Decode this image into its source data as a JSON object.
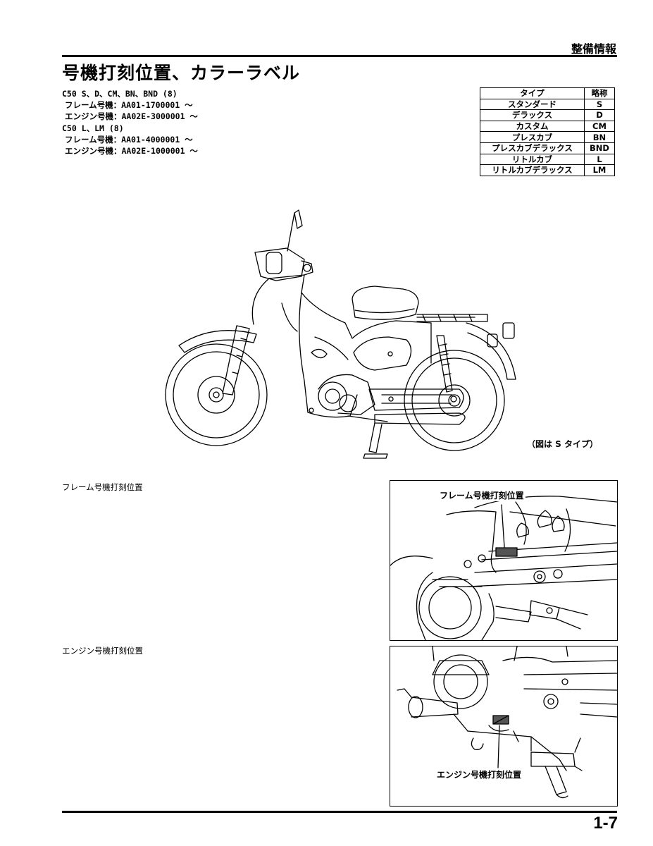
{
  "header": {
    "section": "整備情報",
    "title": "号機打刻位置、カラーラベル"
  },
  "specs": {
    "group1_models": "C50 S、D、CM、BN、BND (8)",
    "group1_frame": "フレーム号機：AA01-1700001 ～",
    "group1_engine": "エンジン号機：AA02E-3000001 ～",
    "group2_models": "C50 L、LM (8)",
    "group2_frame": "フレーム号機：AA01-4000001 ～",
    "group2_engine": "エンジン号機：AA02E-1000001 ～"
  },
  "type_table": {
    "headers": [
      "タイプ",
      "略称"
    ],
    "rows": [
      [
        "スタンダード",
        "S"
      ],
      [
        "デラックス",
        "D"
      ],
      [
        "カスタム",
        "CM"
      ],
      [
        "プレスカブ",
        "BN"
      ],
      [
        "プレスカブデラックス",
        "BND"
      ],
      [
        "リトルカブ",
        "L"
      ],
      [
        "リトルカブデラックス",
        "LM"
      ]
    ]
  },
  "main_figure": {
    "caption": "（図は S タイプ）"
  },
  "frame_section": {
    "label": "フレーム号機打刻位置",
    "callout": "フレーム号機打刻位置"
  },
  "engine_section": {
    "label": "エンジン号機打刻位置",
    "callout": "エンジン号機打刻位置"
  },
  "footer": {
    "page_number": "1-7"
  }
}
